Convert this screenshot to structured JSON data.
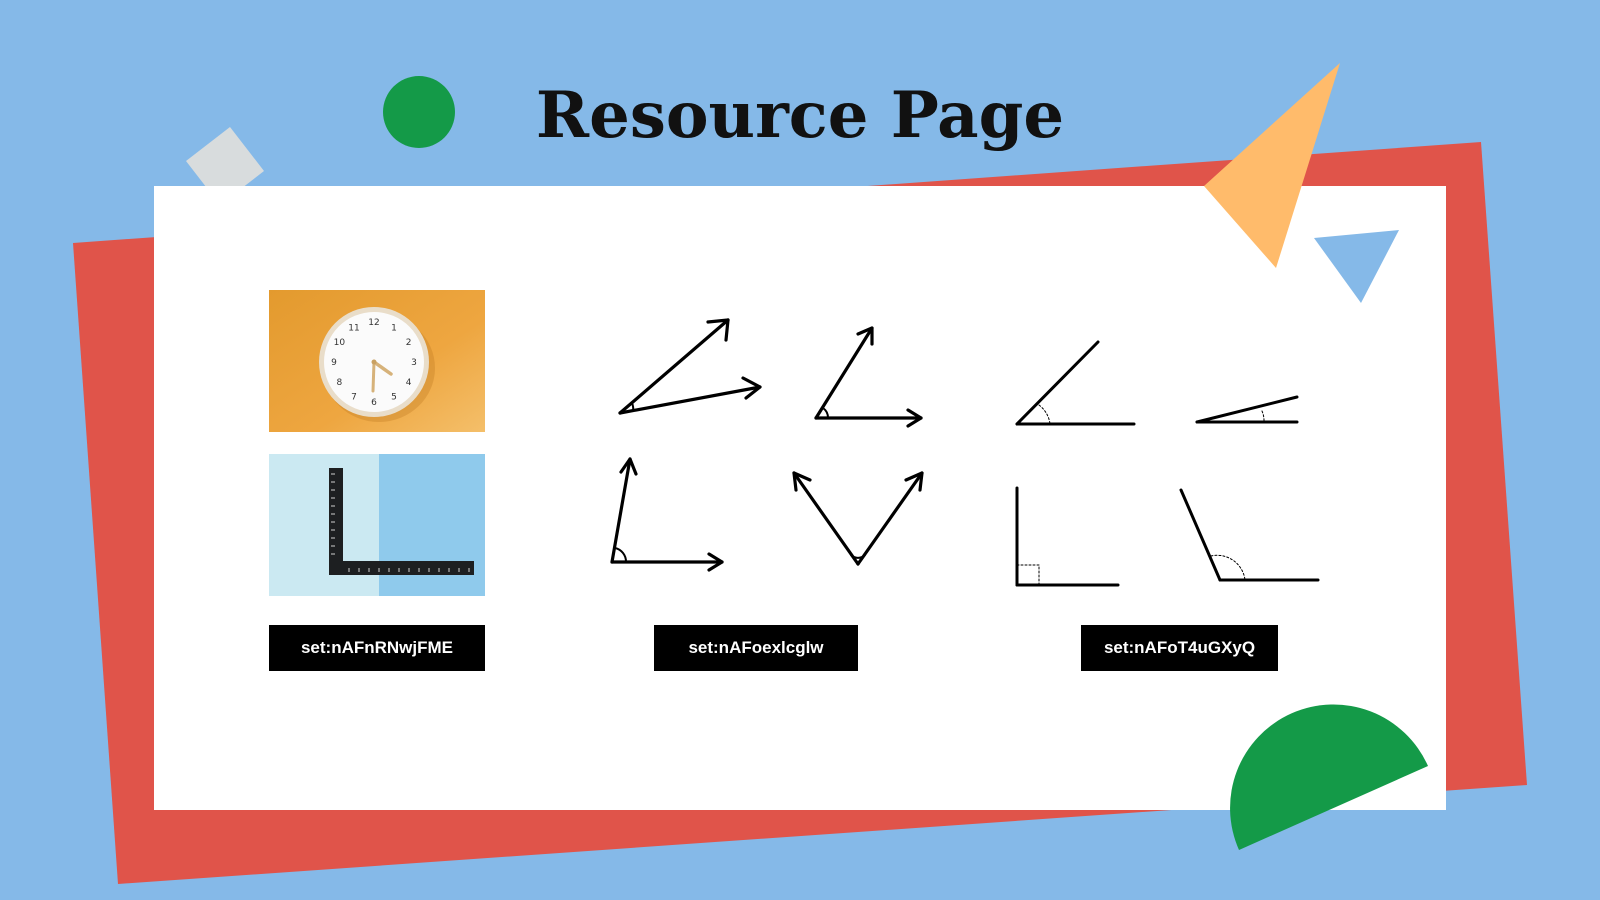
{
  "page": {
    "title": "Resource Page"
  },
  "tags": [
    {
      "label": "set:nAFnRNwjFME"
    },
    {
      "label": "set:nAFoexlcglw"
    },
    {
      "label": "set:nAFoT4uGXyQ"
    }
  ],
  "clock": {
    "numbers": [
      "12",
      "1",
      "2",
      "3",
      "4",
      "5",
      "6",
      "7",
      "8",
      "9",
      "10",
      "11"
    ]
  },
  "colors": {
    "background": "#85b9e8",
    "red_panel": "#e0544a",
    "green": "#149a48",
    "orange": "#ffbb6b",
    "gray": "#d8dcdd",
    "card": "#ffffff"
  },
  "icons": {
    "clock_photo": "wall-clock-photo",
    "ruler_photo": "l-square-ruler-photo",
    "angles": [
      "acute-angle-arrows",
      "acute-angle-arrows",
      "right-angle-arrows",
      "obtuse-v-angle-arrows",
      "acute-angle",
      "small-acute-angle",
      "right-angle",
      "obtuse-angle"
    ]
  }
}
